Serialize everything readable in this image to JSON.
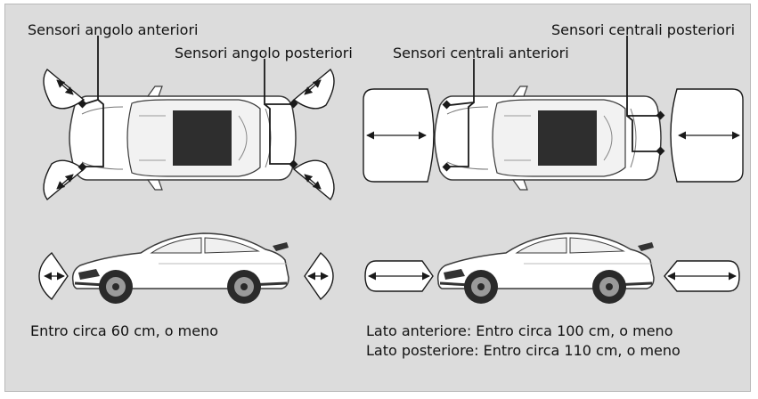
{
  "labels": {
    "front_corner": "Sensori angolo anteriori",
    "rear_corner": "Sensori angolo posteriori",
    "front_center": "Sensori centrali anteriori",
    "rear_center": "Sensori centrali posteriori"
  },
  "ranges": {
    "corner": "Entro circa 60 cm, o meno",
    "center_front": "Lato anteriore: Entro circa 100 cm, o meno",
    "center_rear": "Lato posteriore: Entro circa 110 cm, o meno"
  },
  "colors": {
    "background": "#dcdcdc",
    "roof": "#2e2e2e",
    "zone_fill": "#ffffff",
    "outline": "#1a1a1a"
  },
  "icons": [
    "car-top-view",
    "car-side-view",
    "sensor-zone",
    "sensor-dot",
    "double-arrow"
  ]
}
